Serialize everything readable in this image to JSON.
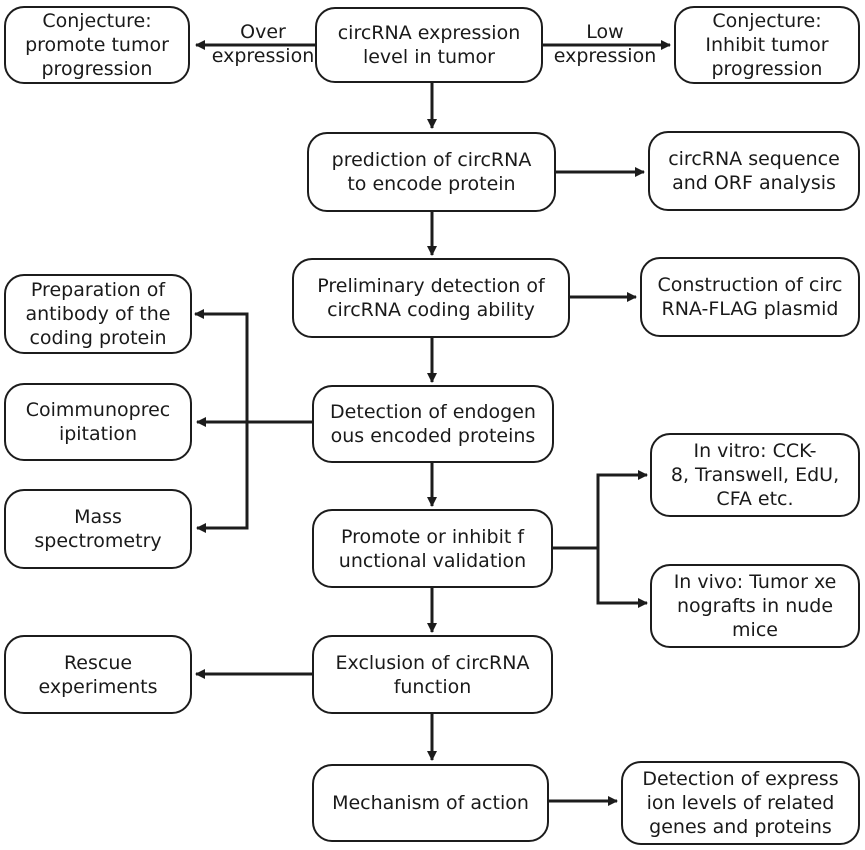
{
  "nodes": {
    "conj_promote": [
      "Conjecture:",
      "promote tumor",
      "progression"
    ],
    "expression": [
      "circRNA expression",
      "level in tumor"
    ],
    "conj_inhibit": [
      "Conjecture:",
      "Inhibit tumor",
      "progression"
    ],
    "prediction": [
      "prediction of circRNA",
      "to encode protein"
    ],
    "seq_orf": [
      "circRNA sequence",
      "and ORF analysis"
    ],
    "preliminary": [
      "Preliminary detection of",
      "circRNA coding ability"
    ],
    "construction": [
      "Construction of circ",
      "RNA-FLAG plasmid"
    ],
    "antibody": [
      "Preparation of",
      "antibody of the",
      "coding protein"
    ],
    "coip": [
      "Coimmunoprec",
      "ipitation"
    ],
    "endogenous": [
      "Detection of endogen",
      "ous encoded proteins"
    ],
    "mass_spec": [
      "Mass",
      "spectrometry"
    ],
    "invitro": [
      "In vitro: CCK-",
      "8, Transwell, EdU,",
      "CFA etc."
    ],
    "validation": [
      "Promote or inhibit f",
      "unctional validation"
    ],
    "invivo": [
      "In vivo: Tumor xe",
      "nografts in nude",
      "mice"
    ],
    "rescue": [
      "Rescue",
      "experiments"
    ],
    "exclusion": [
      "Exclusion of circRNA",
      "function"
    ],
    "mechanism": [
      "Mechanism of action"
    ],
    "detection_expr": [
      "Detection of express",
      "ion levels of related",
      "genes and proteins"
    ]
  },
  "edge_labels": {
    "over": [
      "Over",
      "expression"
    ],
    "low": [
      "Low",
      "expression"
    ]
  },
  "colors": {
    "stroke": "#1c1c1c",
    "fill": "#ffffff",
    "text": "#1a1a1a"
  }
}
